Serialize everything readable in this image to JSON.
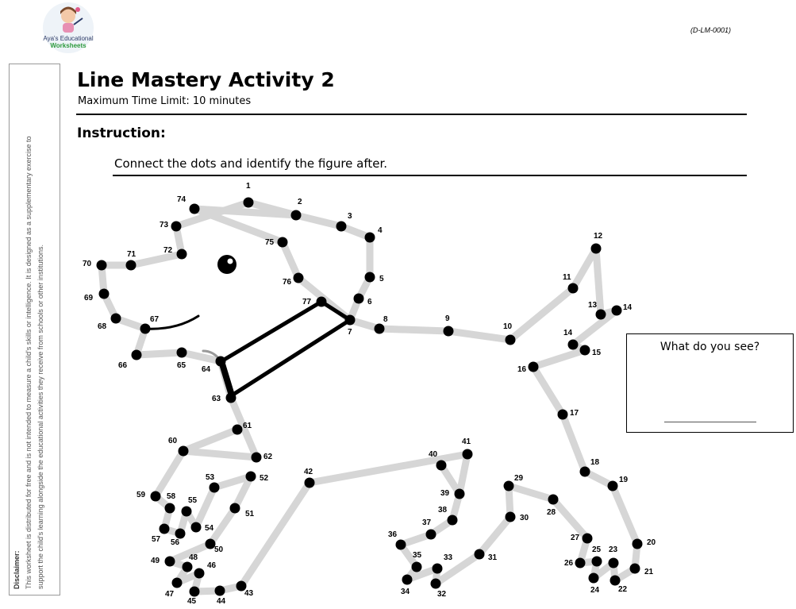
{
  "logo": {
    "line1": "Aya's Educational",
    "line2": "Worksheets"
  },
  "worksheet_code": "(D-LM-0001)",
  "disclaimer": {
    "label": "Disclaimer:",
    "line1": "This worksheet is distributed for free and is not intended to measure a child's skills or intelligence. It is designed as a supplementary exercise to",
    "line2": "support the child's learning alongside the educational activities they receive from schools or other institutions."
  },
  "title": "Line Mastery Activity 2",
  "time_limit": "Maximum Time Limit: 10 minutes",
  "instruction_heading": "Instruction:",
  "instruction_text": "Connect the dots and identify the figure after.",
  "answer_box": {
    "question": "What do you see?"
  },
  "dots": [
    {
      "n": "1"
    },
    {
      "n": "2"
    },
    {
      "n": "3"
    },
    {
      "n": "4"
    },
    {
      "n": "5"
    },
    {
      "n": "6"
    },
    {
      "n": "7"
    },
    {
      "n": "8"
    },
    {
      "n": "9"
    },
    {
      "n": "10"
    },
    {
      "n": "11"
    },
    {
      "n": "12"
    },
    {
      "n": "13"
    },
    {
      "n": "14"
    },
    {
      "n": "14"
    },
    {
      "n": "15"
    },
    {
      "n": "16"
    },
    {
      "n": "17"
    },
    {
      "n": "18"
    },
    {
      "n": "19"
    },
    {
      "n": "20"
    },
    {
      "n": "21"
    },
    {
      "n": "22"
    },
    {
      "n": "23"
    },
    {
      "n": "24"
    },
    {
      "n": "25"
    },
    {
      "n": "26"
    },
    {
      "n": "27"
    },
    {
      "n": "28"
    },
    {
      "n": "29"
    },
    {
      "n": "30"
    },
    {
      "n": "31"
    },
    {
      "n": "32"
    },
    {
      "n": "33"
    },
    {
      "n": "34"
    },
    {
      "n": "35"
    },
    {
      "n": "36"
    },
    {
      "n": "37"
    },
    {
      "n": "38"
    },
    {
      "n": "39"
    },
    {
      "n": "40"
    },
    {
      "n": "41"
    },
    {
      "n": "42"
    },
    {
      "n": "43"
    },
    {
      "n": "44"
    },
    {
      "n": "45"
    },
    {
      "n": "46"
    },
    {
      "n": "47"
    },
    {
      "n": "48"
    },
    {
      "n": "49"
    },
    {
      "n": "50"
    },
    {
      "n": "51"
    },
    {
      "n": "52"
    },
    {
      "n": "53"
    },
    {
      "n": "54"
    },
    {
      "n": "55"
    },
    {
      "n": "56"
    },
    {
      "n": "57"
    },
    {
      "n": "58"
    },
    {
      "n": "59"
    },
    {
      "n": "60"
    },
    {
      "n": "61"
    },
    {
      "n": "62"
    },
    {
      "n": "63"
    },
    {
      "n": "64"
    },
    {
      "n": "65"
    },
    {
      "n": "66"
    },
    {
      "n": "67"
    },
    {
      "n": "68"
    },
    {
      "n": "69"
    },
    {
      "n": "70"
    },
    {
      "n": "71"
    },
    {
      "n": "72"
    },
    {
      "n": "73"
    },
    {
      "n": "74"
    },
    {
      "n": "75"
    },
    {
      "n": "76"
    },
    {
      "n": "77"
    }
  ],
  "colors": {
    "guide": "#d6d6d6",
    "dot": "#000000",
    "logo_green": "#2e9b3e"
  }
}
